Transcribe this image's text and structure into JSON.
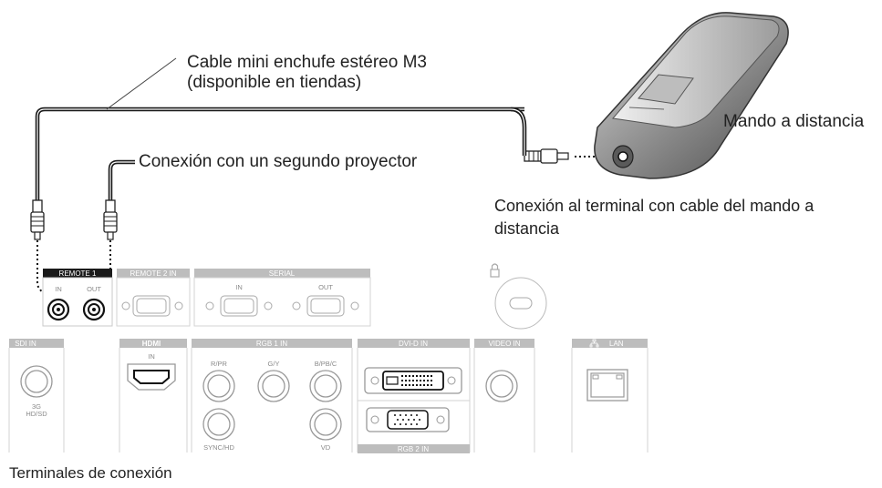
{
  "callouts": {
    "cable_line1": "Cable mini enchufe estéreo M3",
    "cable_line2": "(disponible en tiendas)",
    "second_projector": "Conexión con un segundo proyector",
    "remote": "Mando a distancia",
    "wired_terminal_line1": "Conexión al terminal con cable del mando a",
    "wired_terminal_line2": "distancia"
  },
  "caption": "Terminales de conexión",
  "panel": {
    "remote1": "REMOTE 1",
    "remote1_in": "IN",
    "remote1_out": "OUT",
    "remote2": "REMOTE 2 IN",
    "serial": "SERIAL",
    "serial_in": "IN",
    "serial_out": "OUT",
    "sdi": "SDI IN",
    "sdi_sub1": "3G",
    "sdi_sub2": "HD/SD",
    "hdmi": "HDMI",
    "hdmi_in": "IN",
    "rgb1": "RGB 1 IN",
    "rgb_r": "R/PR",
    "rgb_g": "G/Y",
    "rgb_b": "B/PB/C",
    "rgb_sync": "SYNC/HD",
    "rgb_vd": "VD",
    "dvi": "DVI-D IN",
    "video": "VIDEO IN",
    "lan": "LAN",
    "rgb2": "RGB 2 IN"
  }
}
